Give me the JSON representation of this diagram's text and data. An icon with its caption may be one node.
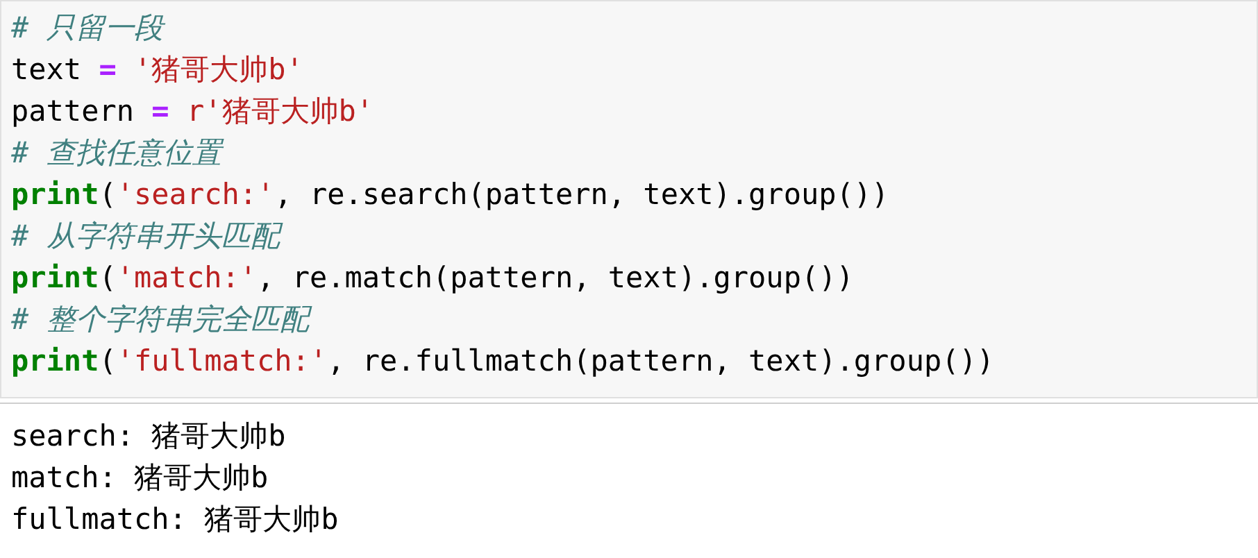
{
  "diagram": {
    "labels": [
      "# 只留一段",
      "text = '猪哥大帅b'",
      "pattern = r'猪哥大帅b'",
      "# 查找任意位置",
      "print('search:', re.search(pattern, text).group())",
      "# 从字符串开头匹配",
      "print('match:', re.match(pattern, text).group())",
      "# 整个字符串完全匹配",
      "print('fullmatch:', re.fullmatch(pattern, text).group())",
      "search: 猪哥大帅b",
      "match: 猪哥大帅b",
      "fullmatch: 猪哥大帅b"
    ]
  }
}
